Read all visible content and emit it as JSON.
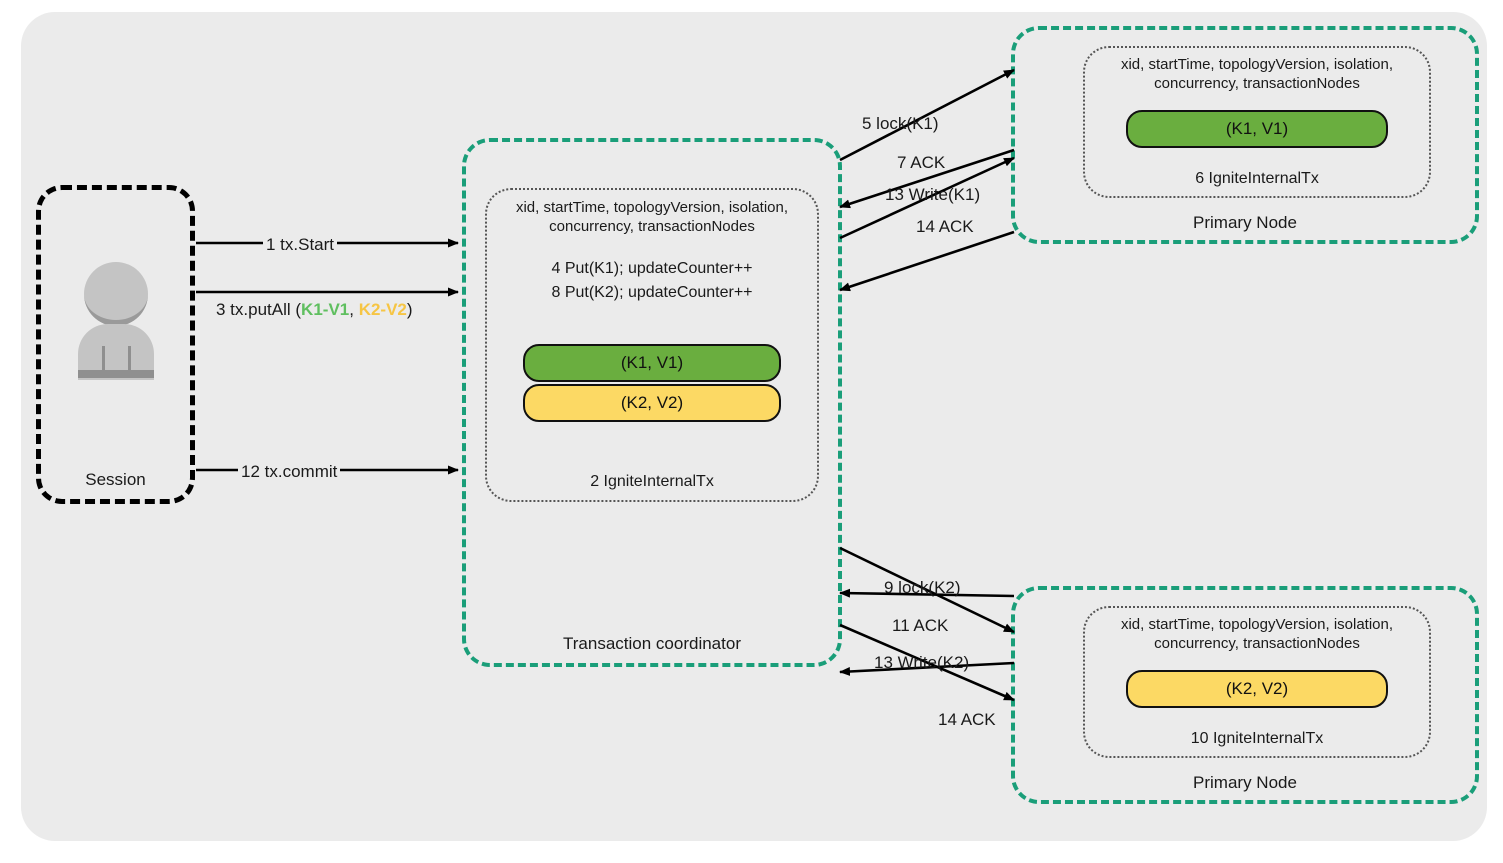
{
  "diagram": {
    "title": "Apache Ignite transaction flow",
    "colors": {
      "panel_background": "#ebebeb",
      "teal_border": "#1a9e79",
      "dotted_border": "#555555",
      "pill_green": "#6aae3f",
      "pill_yellow": "#fcd964",
      "label_green": "#5fbf5f",
      "label_yellow": "#f6c544",
      "black": "#000000"
    }
  },
  "session": {
    "label": "Session",
    "icon": "person-icon"
  },
  "coordinator": {
    "caption": "Transaction coordinator",
    "meta": "xid, startTime, topologyVersion, isolation,\nconcurrency, transactionNodes",
    "operations": "4 Put(K1); updateCounter++\n8 Put(K2); updateCounter++",
    "inner_caption": "2 IgniteInternalTx",
    "pills": [
      {
        "label": "(K1, V1)",
        "color": "green"
      },
      {
        "label": "(K2, V2)",
        "color": "yellow"
      }
    ]
  },
  "node_top": {
    "caption": "Primary Node",
    "meta": "xid, startTime, topologyVersion, isolation,\nconcurrency, transactionNodes",
    "inner_caption": "6 IgniteInternalTx",
    "pill": {
      "label": "(K1, V1)",
      "color": "green"
    }
  },
  "node_bottom": {
    "caption": "Primary Node",
    "meta": "xid, startTime, topologyVersion, isolation,\nconcurrency, transactionNodes",
    "inner_caption": "10 IgniteInternalTx",
    "pill": {
      "label": "(K2, V2)",
      "color": "yellow"
    }
  },
  "messages": {
    "tx_start": "1 tx.Start",
    "tx_put_all_prefix": "3 tx.putAll (",
    "tx_put_all_k1": "K1-V1",
    "tx_put_all_sep": ", ",
    "tx_put_all_k2": "K2-V2",
    "tx_put_all_suffix": ")",
    "tx_commit": "12 tx.commit",
    "lock_k1": "5 lock(K1)",
    "ack_7": "7 ACK",
    "write_k1": "13 Write(K1)",
    "ack_14_top": "14 ACK",
    "lock_k2": "9 lock(K2)",
    "ack_11": "11 ACK",
    "write_k2": "13 Write(K2)",
    "ack_14_bottom": "14 ACK"
  }
}
